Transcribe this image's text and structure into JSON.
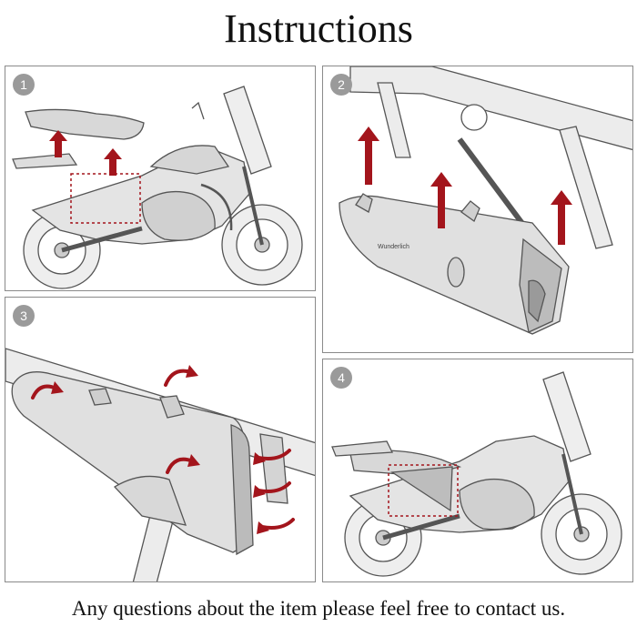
{
  "title": "Instructions",
  "steps": [
    {
      "number": "1"
    },
    {
      "number": "2",
      "brand_label": "Wunderlich"
    },
    {
      "number": "3"
    },
    {
      "number": "4"
    }
  ],
  "footer": "Any questions about the item please feel free to contact us.",
  "colors": {
    "arrow": "#a3151c",
    "outline": "#555555",
    "fill": "#e4e4e4",
    "border": "#8a8a8a"
  }
}
